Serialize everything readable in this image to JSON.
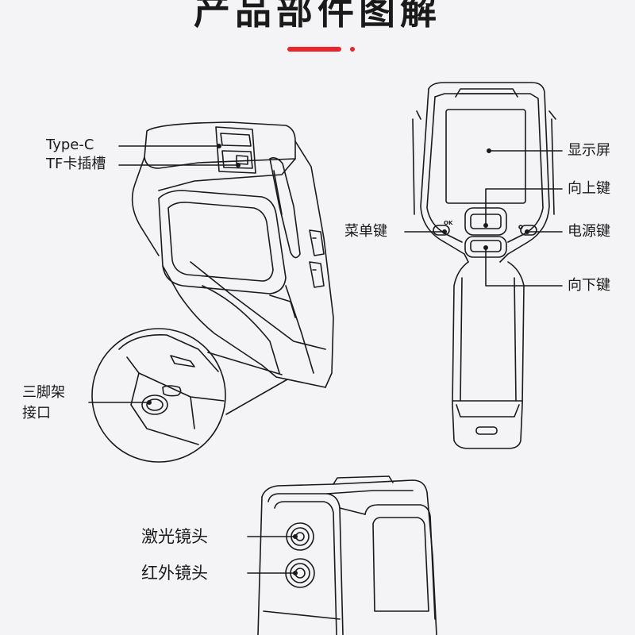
{
  "title": "产品部件图解",
  "colors": {
    "accent": "#e8262b",
    "line": "#1a1a1a",
    "background": "#f4f4f6"
  },
  "labels": {
    "type_c": "Type-C",
    "tf_slot": "TF卡插槽",
    "tripod_line1": "三脚架",
    "tripod_line2": "接口",
    "display": "显示屏",
    "up_key": "向上键",
    "menu_key": "菜单键",
    "power_key": "电源键",
    "down_key": "向下键",
    "laser_lens": "激光镜头",
    "ir_lens": "红外镜头"
  },
  "device_markings": {
    "ok": "OK"
  }
}
